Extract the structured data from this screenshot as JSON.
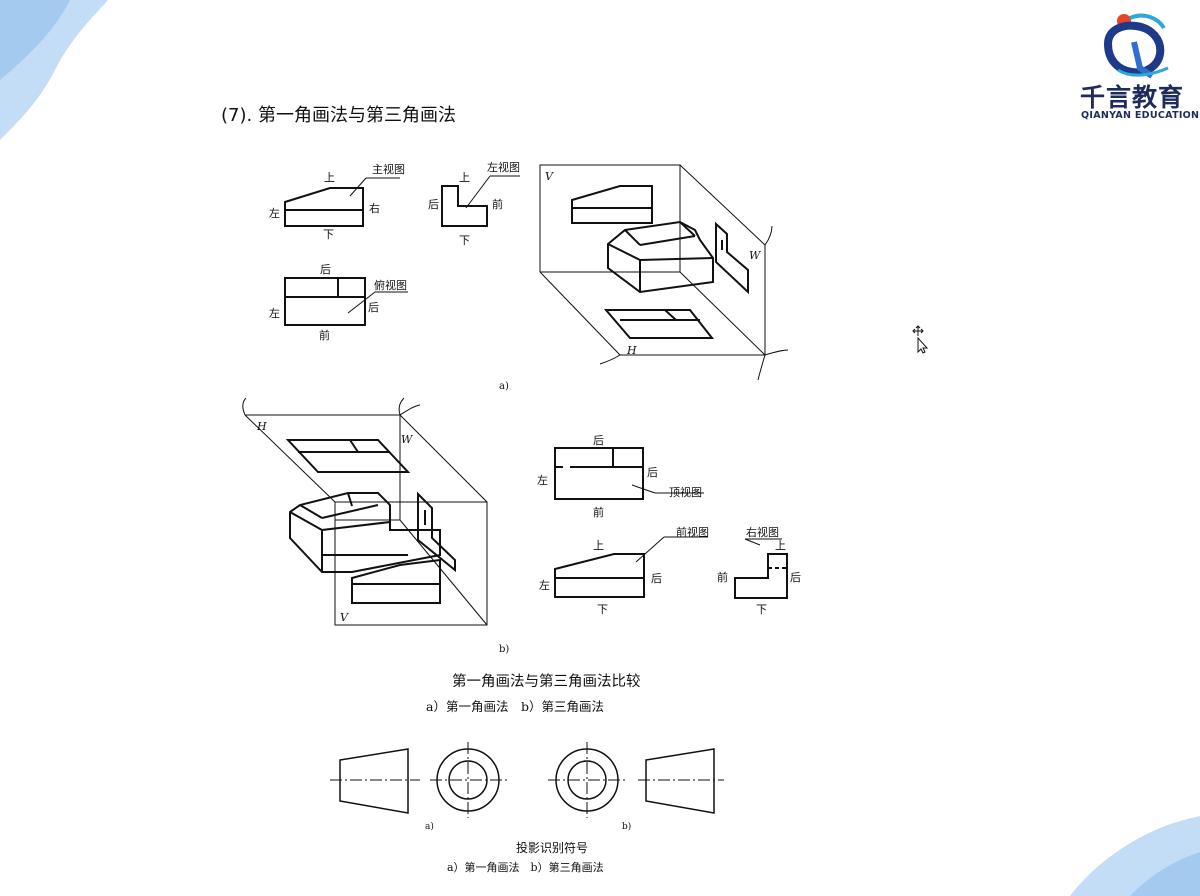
{
  "heading": "(7). 第一角画法与第三角画法",
  "logo": {
    "name_cn": "千言教育",
    "name_en": "QIANYAN EDUCATION"
  },
  "figure_a": {
    "main_view": {
      "name": "主视图",
      "top": "上",
      "left": "左",
      "right": "右",
      "bottom": "下"
    },
    "left_view": {
      "name": "左视图",
      "top": "上",
      "left": "后",
      "right": "前",
      "bottom": "下"
    },
    "top_view": {
      "name": "俯视图",
      "top": "后",
      "left": "左",
      "right": "后",
      "bottom": "前"
    },
    "planes": {
      "v": "V",
      "w": "W",
      "h": "H"
    },
    "label": "a)"
  },
  "figure_b": {
    "planes": {
      "h": "H",
      "w": "W",
      "v": "V"
    },
    "top_view": {
      "name": "顶视图",
      "top": "后",
      "left": "左",
      "right": "后",
      "bottom": "前"
    },
    "front_view": {
      "name": "前视图",
      "top": "上",
      "left": "左",
      "right": "后",
      "bottom": "下"
    },
    "right_view": {
      "name": "右视图",
      "top": "上",
      "left": "前",
      "right": "后",
      "bottom": "下"
    },
    "label": "b)"
  },
  "caption_main": "第一角画法与第三角画法比较",
  "caption_sub": "a）第一角画法　b）第三角画法",
  "symbols": {
    "label_a": "a)",
    "label_b": "b)"
  },
  "caption2_main": "投影识别符号",
  "caption2_sub": "a）第一角画法　b）第三角画法"
}
